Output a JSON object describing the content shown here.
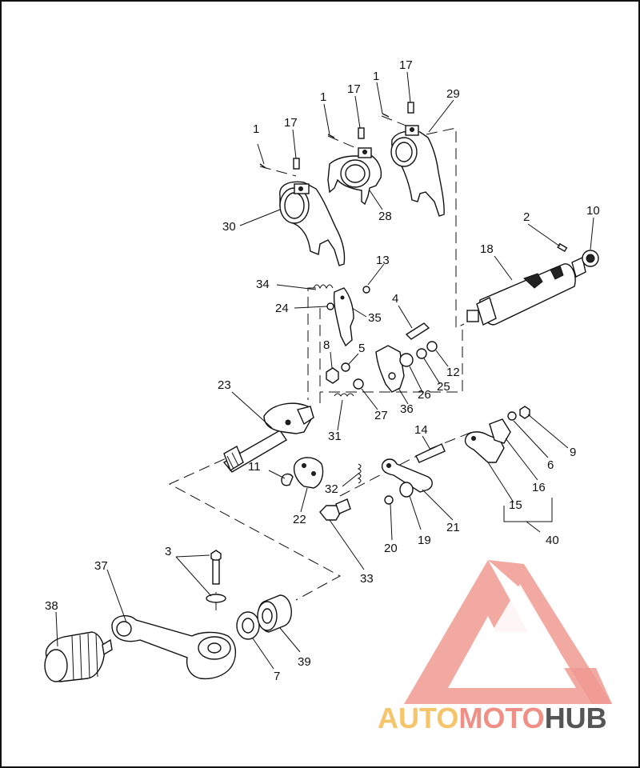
{
  "callouts": {
    "c1a": "1",
    "c1b": "1",
    "c1c": "1",
    "c2": "2",
    "c3": "3",
    "c4": "4",
    "c5": "5",
    "c6": "6",
    "c7": "7",
    "c8": "8",
    "c9": "9",
    "c10": "10",
    "c11": "11",
    "c12": "12",
    "c13": "13",
    "c14": "14",
    "c15": "15",
    "c16": "16",
    "c17a": "17",
    "c17b": "17",
    "c17c": "17",
    "c18": "18",
    "c19": "19",
    "c20": "20",
    "c21": "21",
    "c22": "22",
    "c23": "23",
    "c24": "24",
    "c25": "25",
    "c26": "26",
    "c27": "27",
    "c28": "28",
    "c29": "29",
    "c30": "30",
    "c31": "31",
    "c32": "32",
    "c33": "33",
    "c34": "34",
    "c35": "35",
    "c36": "36",
    "c37": "37",
    "c38": "38",
    "c39": "39",
    "c40": "40"
  },
  "watermark": {
    "part1": "AUTO",
    "part2": "MOTO",
    "part3": "HUB",
    "color_auto": "#f6c46a",
    "color_moto": "#ef8f86",
    "color_hub": "#555555",
    "logo_color": "#ef8f86"
  }
}
